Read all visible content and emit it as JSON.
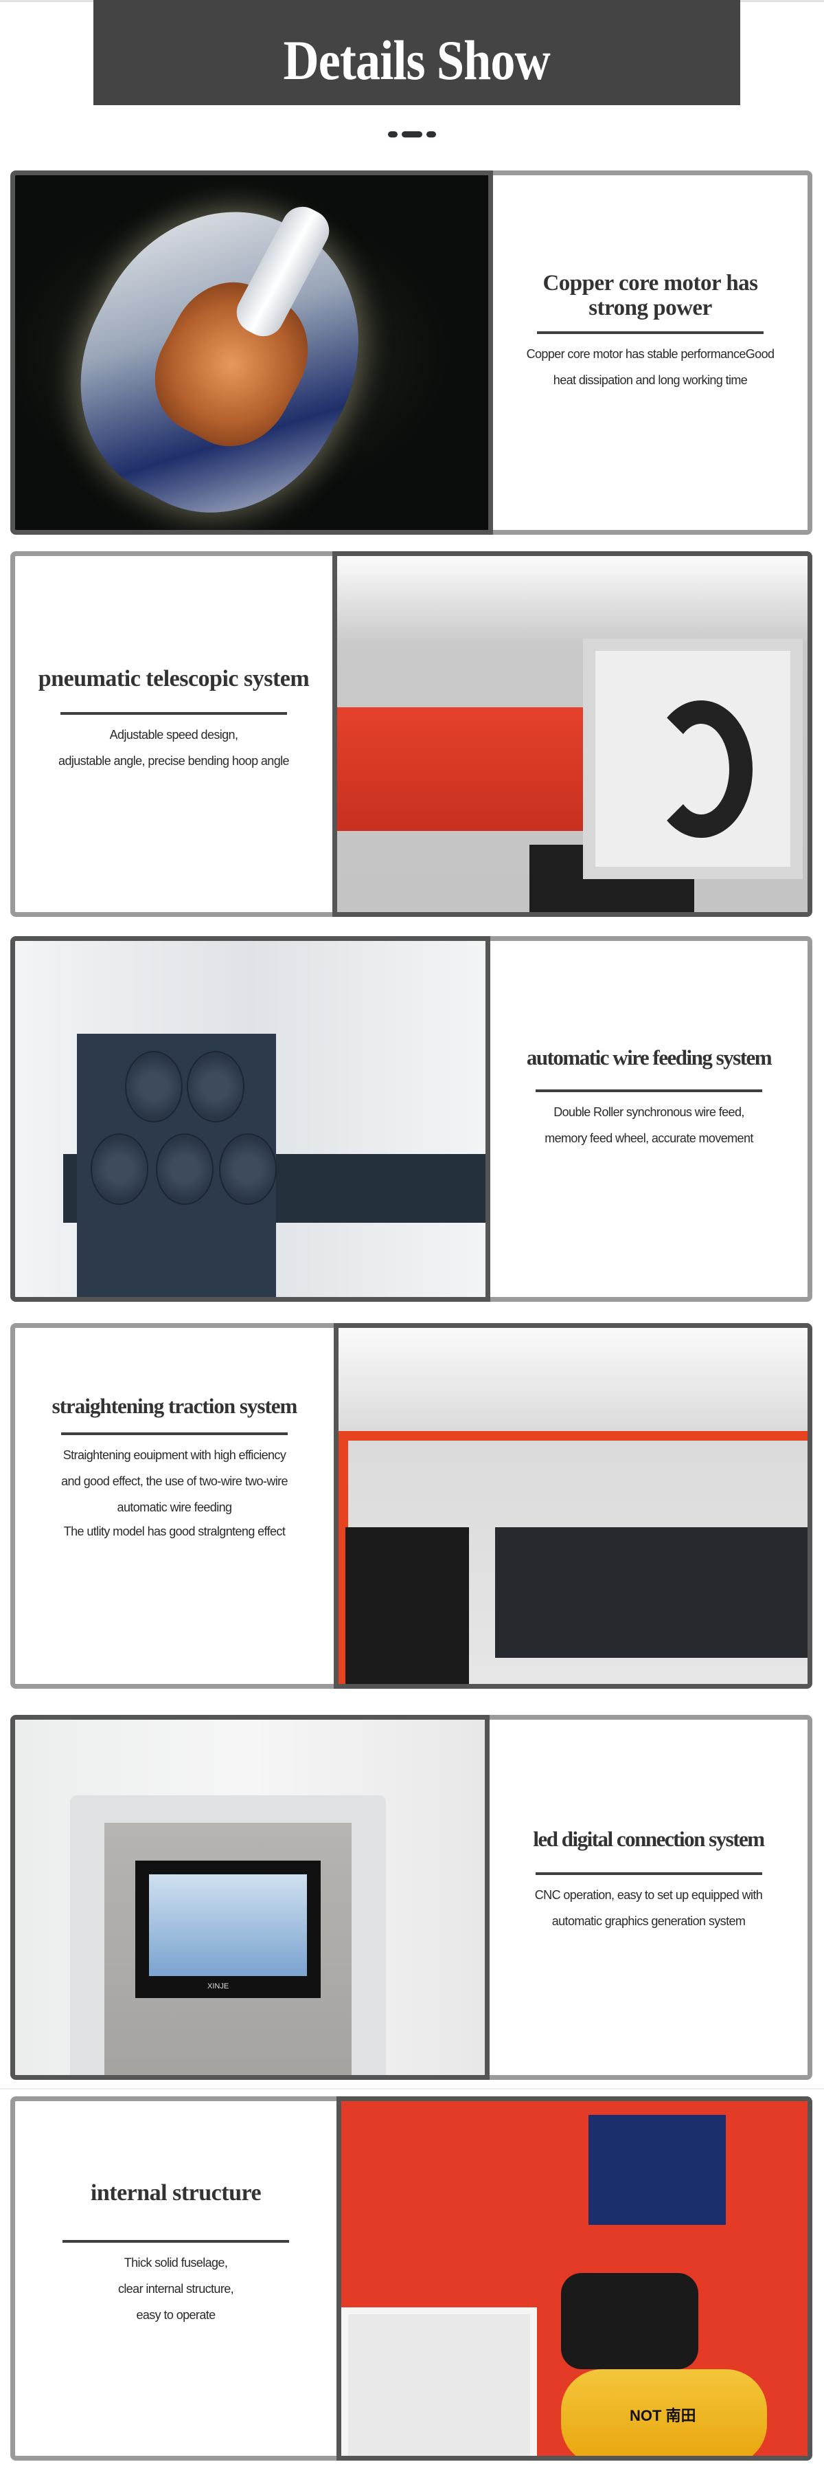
{
  "header": {
    "title": "Details Show",
    "title_band_color": "#444444",
    "decoration": "dash-dot-divider"
  },
  "sections": [
    {
      "heading": "Copper core motor has strong power",
      "heading_lines": [
        "Copper core motor has",
        "strong power"
      ],
      "description": [
        "Copper core motor has stable performanceGood",
        "heat dissipation and long working time"
      ],
      "image": "copper-core-motor-cutaway",
      "image_side": "left"
    },
    {
      "heading": "pneumatic telescopic system",
      "heading_lines": [
        "pneumatic telescopic system"
      ],
      "description": [
        "Adjustable speed design,",
        "adjustable angle, precise bending hoop angle"
      ],
      "image": "pneumatic-bending-head",
      "image_side": "right"
    },
    {
      "heading": "automatic wire feeding system",
      "heading_lines": [
        "automatic wire feeding system"
      ],
      "description": [
        "Double Roller synchronous wire feed,",
        "memory feed wheel, accurate movement"
      ],
      "image": "wire-feeding-rollers",
      "image_side": "left"
    },
    {
      "heading": "straightening traction system",
      "heading_lines": [
        "straightening traction system"
      ],
      "description": [
        "Straightening eouipment with high efficiency",
        "and good effect, the use of two-wire two-wire",
        "automatic wire feeding",
        "The utlity model has good stralgnteng effect"
      ],
      "image": "straightening-roller-plates",
      "image_side": "right"
    },
    {
      "heading": "led digital connection system",
      "heading_lines": [
        "led digital connection system"
      ],
      "description": [
        "CNC operation, easy to set up equipped with",
        "automatic graphics generation system"
      ],
      "image": "cnc-control-panel",
      "image_side": "left",
      "panel_brand": "XINJE"
    },
    {
      "heading": "internal structure",
      "heading_lines": [
        "internal structure"
      ],
      "description": [
        "Thick solid fuselage,",
        "clear internal structure,",
        "easy to operate"
      ],
      "image": "internal-structure-compressor",
      "image_side": "right",
      "compressor_brand": "NOT 南田"
    }
  ],
  "colors": {
    "heading": "#333333",
    "text_border": "#9a9a9a",
    "image_border": "#555555",
    "accent_red": "#e33b26"
  }
}
